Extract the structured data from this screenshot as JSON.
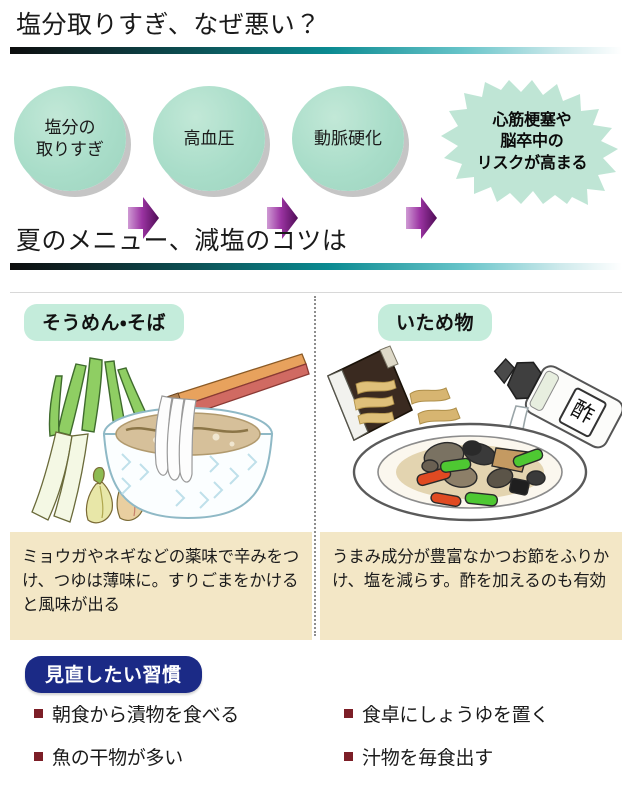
{
  "sections": {
    "heading1": "塩分取りすぎ、なぜ悪い？",
    "heading2": "夏のメニュー、減塩のコツは"
  },
  "flow": {
    "steps": [
      {
        "label": "塩分の\n取りすぎ",
        "name": "excess-salt"
      },
      {
        "label": "高血圧",
        "name": "hypertension"
      },
      {
        "label": "動脈硬化",
        "name": "arteriosclerosis"
      }
    ],
    "arrow_icon": "right-arrow-icon",
    "outcome": "心筋梗塞や\n脳卒中の\nリスクが高まる",
    "colors": {
      "circle_fill": "#a9ddc9",
      "starburst_fill": "#bfe5d5",
      "arrow_dark": "#6b1a6e",
      "arrow_light": "#c98fd0"
    }
  },
  "panels": [
    {
      "badge": "そうめん・そば",
      "illustration": "noodles-scallion-illustration",
      "caption": "ミョウガやネギなどの薬味で辛みをつけ、つゆは薄味に。すりごまをかけると風味が出る"
    },
    {
      "badge": "いため物",
      "illustration": "stirfry-bonito-vinegar-illustration",
      "caption": "うまみ成分が豊富なかつお節をふりかけ、塩を減らす。酢を加えるのも有効"
    }
  ],
  "habits": {
    "title": "見直したい習慣",
    "items": [
      "朝食から漬物を食べる",
      "食卓にしょうゆを置く",
      "魚の干物が多い",
      "汁物を毎食出す"
    ],
    "bullet_color": "#7c1e27",
    "pill_color": "#1b2a86"
  },
  "theme": {
    "rule_gradient_start": "#0d0d0d",
    "rule_gradient_mid": "#0a8a91",
    "caption_bg": "#f3e7c6",
    "badge_bg": "#c4ecdb"
  }
}
